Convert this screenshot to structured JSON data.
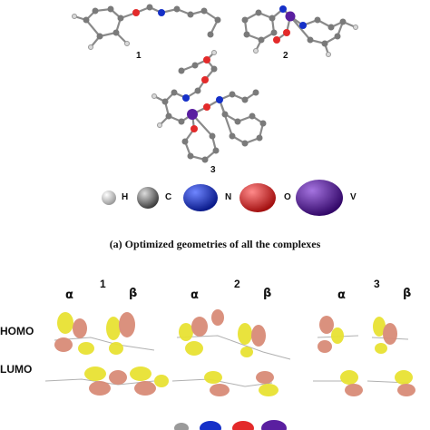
{
  "complex_labels": [
    "1",
    "2",
    "3"
  ],
  "legend": [
    {
      "symbol": "H",
      "color": "#d9d9d9"
    },
    {
      "symbol": "C",
      "color": "#7a7a7a"
    },
    {
      "symbol": "N",
      "color": "#1530c8"
    },
    {
      "symbol": "O",
      "color": "#e32a2a"
    },
    {
      "symbol": "V",
      "color": "#5a1fa0"
    }
  ],
  "caption_a": "(a) Optimized geometries of all the complexes",
  "orbital_panel": {
    "columns": [
      "1",
      "2",
      "3"
    ],
    "spin_alpha": "α",
    "spin_beta": "β",
    "rows": [
      "HOMO",
      "LUMO"
    ]
  },
  "colors": {
    "lobe_positive": "#e8e233",
    "lobe_negative": "#d98c78"
  }
}
